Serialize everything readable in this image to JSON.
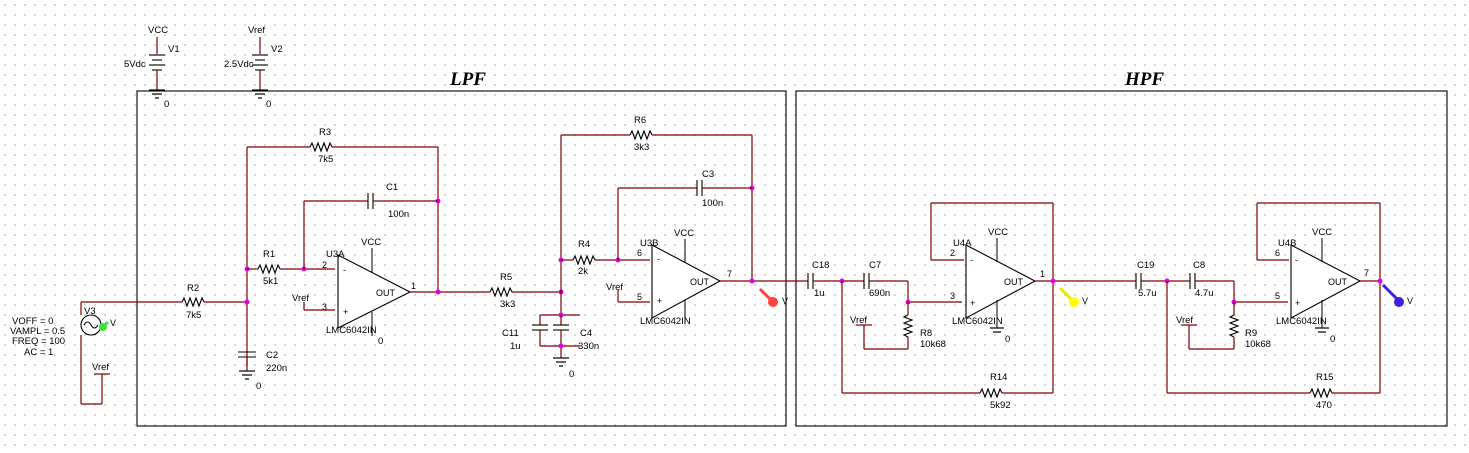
{
  "sections": {
    "lpf": "LPF",
    "hpf": "HPF"
  },
  "sources": {
    "v1": {
      "net": "VCC",
      "ref": "V1",
      "value": "5Vdc",
      "gnd": "0"
    },
    "v2": {
      "net": "Vref",
      "ref": "V2",
      "value": "2.5Vdc"
    },
    "v3": {
      "ref": "V3",
      "voff": "VOFF = 0",
      "vampl": "VAMPL = 0.5",
      "freq": "FREQ = 100",
      "ac": "AC = 1",
      "ref_net": "Vref"
    }
  },
  "resistors": {
    "r1": {
      "ref": "R1",
      "value": "5k1"
    },
    "r2": {
      "ref": "R2",
      "value": "7k5"
    },
    "r3": {
      "ref": "R3",
      "value": "7k5"
    },
    "r4": {
      "ref": "R4",
      "value": "2k"
    },
    "r5": {
      "ref": "R5",
      "value": "3k3"
    },
    "r6": {
      "ref": "R6",
      "value": "3k3"
    },
    "r8": {
      "ref": "R8",
      "value": "10k68"
    },
    "r9": {
      "ref": "R9",
      "value": "10k68"
    },
    "r14": {
      "ref": "R14",
      "value": "5k92"
    },
    "r15": {
      "ref": "R15",
      "value": "470"
    }
  },
  "capacitors": {
    "c1": {
      "ref": "C1",
      "value": "100n"
    },
    "c2": {
      "ref": "C2",
      "value": "220n"
    },
    "c3": {
      "ref": "C3",
      "value": "100n"
    },
    "c4": {
      "ref": "C4",
      "value": "330n"
    },
    "c7": {
      "ref": "C7",
      "value": "690n"
    },
    "c8": {
      "ref": "C8",
      "value": "4.7u"
    },
    "c11": {
      "ref": "C11",
      "value": "1u"
    },
    "c18": {
      "ref": "C18",
      "value": "1u"
    },
    "c19": {
      "ref": "C19",
      "value": "5.7u"
    }
  },
  "opamps": {
    "u3a": {
      "ref": "U3A",
      "part": "LMC6042IN",
      "pin_inv": "2",
      "pin_non": "3",
      "pin_out": "1",
      "vcc": "VCC",
      "vref": "Vref",
      "gnd": "0"
    },
    "u3b": {
      "ref": "U3B",
      "part": "LMC6042IN",
      "pin_inv": "6",
      "pin_non": "5",
      "pin_out": "7",
      "vcc": "VCC",
      "vref": "Vref"
    },
    "u4a": {
      "ref": "U4A",
      "part": "LMC6042IN",
      "pin_inv": "2",
      "pin_non": "3",
      "pin_out": "1",
      "vcc": "VCC",
      "vref": "Vref",
      "gnd": "0"
    },
    "u4b": {
      "ref": "U4B",
      "part": "LMC6042IN",
      "pin_inv": "6",
      "pin_non": "5",
      "pin_out": "7",
      "vcc": "VCC",
      "vref": "Vref",
      "gnd": "0"
    }
  },
  "misc": {
    "out_label": "OUT",
    "gnd_zero": "0",
    "probe_v": "V",
    "minus": "-",
    "plus": "+"
  },
  "colors": {
    "wire": "#800000",
    "junction": "#e000e0",
    "probe_red": "#ff4040",
    "probe_green": "#40e040",
    "probe_yellow": "#ffff00",
    "probe_blue": "#4020e0"
  }
}
